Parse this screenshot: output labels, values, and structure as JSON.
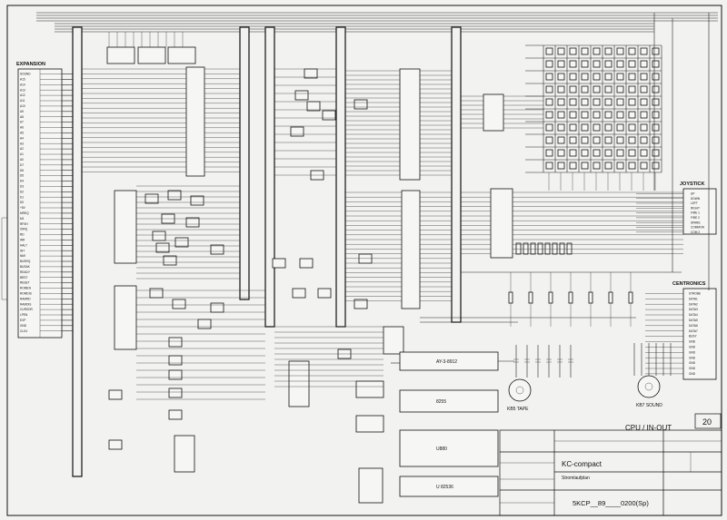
{
  "sheet_number": "20",
  "sheet_title": "CPU / IN-OUT",
  "connectors": {
    "expansion": "EXPANSION",
    "joystick": "JOYSTICK",
    "centronics": "CENTRONICS",
    "tape": "KB5 TAPE",
    "sound": "KB7 SOUND"
  },
  "chips": {
    "psg": "AY-3-8912",
    "ppi": "8255",
    "fdc": "U880",
    "ctc": "U 82536"
  },
  "title_block": {
    "product": "KC-compact",
    "subtitle": "Stromlaufplan",
    "drawing_no": "5KCP__89____0200(Sp)"
  },
  "expansion_pins": [
    "SOUND",
    "A15",
    "A14",
    "A13",
    "A12",
    "A11",
    "A10",
    "A9",
    "A8",
    "A7",
    "A6",
    "A5",
    "A4",
    "A3",
    "A2",
    "A1",
    "A0",
    "D7",
    "D6",
    "D5",
    "D4",
    "D3",
    "D2",
    "D1",
    "D0",
    "+5V",
    "MREQ",
    "M1",
    "RFSH",
    "IORQ",
    "RD",
    "WR",
    "HALT",
    "INT",
    "NMI",
    "BUSRQ",
    "BUSAK",
    "READY",
    "BRST",
    "RESET",
    "ROMEN",
    "ROMDIS",
    "RAMRD",
    "RAMDIS",
    "CURSOR",
    "LPEN",
    "EXP",
    "GND",
    "CLK4"
  ],
  "joystick_pins": [
    "UP",
    "DOWN",
    "LEFT",
    "RIGHT",
    "FIRE 1",
    "FIRE 2",
    "SPARE",
    "COMMON",
    "COM 2"
  ],
  "centronics_pins": [
    "STROBE",
    "DATA1",
    "DATA2",
    "DATA3",
    "DATA4",
    "DATA5",
    "DATA6",
    "DATA7",
    "BUSY",
    "GND",
    "GND",
    "GND",
    "GND",
    "GND",
    "GND",
    "GND"
  ]
}
